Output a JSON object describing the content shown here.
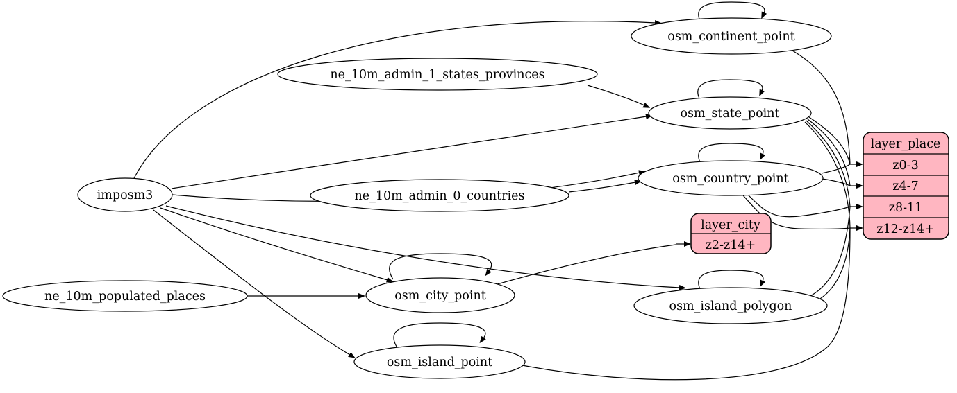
{
  "diagram": {
    "type": "graphviz-etl-flow",
    "colors": {
      "background": "#ffffff",
      "node_fill": "#ffffff",
      "record_fill": "#ffb6c1",
      "stroke": "#000000"
    },
    "nodes": {
      "imposm3": {
        "label": "imposm3",
        "shape": "ellipse"
      },
      "ne_10m_admin_1_states_provinces": {
        "label": "ne_10m_admin_1_states_provinces",
        "shape": "ellipse"
      },
      "ne_10m_admin_0_countries": {
        "label": "ne_10m_admin_0_countries",
        "shape": "ellipse"
      },
      "ne_10m_populated_places": {
        "label": "ne_10m_populated_places",
        "shape": "ellipse"
      },
      "osm_continent_point": {
        "label": "osm_continent_point",
        "shape": "ellipse"
      },
      "osm_state_point": {
        "label": "osm_state_point",
        "shape": "ellipse"
      },
      "osm_country_point": {
        "label": "osm_country_point",
        "shape": "ellipse"
      },
      "osm_city_point": {
        "label": "osm_city_point",
        "shape": "ellipse"
      },
      "osm_island_polygon": {
        "label": "osm_island_polygon",
        "shape": "ellipse"
      },
      "osm_island_point": {
        "label": "osm_island_point",
        "shape": "ellipse"
      }
    },
    "records": {
      "layer_city": {
        "title": "layer_city",
        "rows": [
          "z2-z14+"
        ]
      },
      "layer_place": {
        "title": "layer_place",
        "rows": [
          "z0-3",
          "z4-7",
          "z8-11",
          "z12-z14+"
        ]
      }
    },
    "edges": [
      {
        "from": "imposm3",
        "to": "osm_continent_point"
      },
      {
        "from": "imposm3",
        "to": "osm_state_point"
      },
      {
        "from": "imposm3",
        "to": "osm_country_point"
      },
      {
        "from": "imposm3",
        "to": "osm_city_point"
      },
      {
        "from": "imposm3",
        "to": "osm_island_polygon"
      },
      {
        "from": "imposm3",
        "to": "osm_island_point"
      },
      {
        "from": "ne_10m_admin_1_states_provinces",
        "to": "osm_state_point"
      },
      {
        "from": "ne_10m_admin_0_countries",
        "to": "osm_country_point"
      },
      {
        "from": "ne_10m_populated_places",
        "to": "osm_city_point"
      },
      {
        "from": "osm_continent_point",
        "to": "osm_continent_point"
      },
      {
        "from": "osm_state_point",
        "to": "osm_state_point"
      },
      {
        "from": "osm_country_point",
        "to": "osm_country_point"
      },
      {
        "from": "osm_city_point",
        "to": "osm_city_point"
      },
      {
        "from": "osm_island_polygon",
        "to": "osm_island_polygon"
      },
      {
        "from": "osm_island_point",
        "to": "osm_island_point"
      },
      {
        "from": "osm_continent_point",
        "to": "layer_place:z0-3"
      },
      {
        "from": "osm_state_point",
        "to": "layer_place:z0-3"
      },
      {
        "from": "osm_state_point",
        "to": "layer_place:z4-7"
      },
      {
        "from": "osm_state_point",
        "to": "layer_place:z8-11"
      },
      {
        "from": "osm_state_point",
        "to": "layer_place:z12-z14+"
      },
      {
        "from": "osm_country_point",
        "to": "layer_place:z0-3"
      },
      {
        "from": "osm_country_point",
        "to": "layer_place:z4-7"
      },
      {
        "from": "osm_country_point",
        "to": "layer_place:z8-11"
      },
      {
        "from": "osm_country_point",
        "to": "layer_place:z12-z14+"
      },
      {
        "from": "osm_island_polygon",
        "to": "layer_place:z8-11"
      },
      {
        "from": "osm_island_polygon",
        "to": "layer_place:z12-z14+"
      },
      {
        "from": "osm_island_point",
        "to": "layer_place:z12-z14+"
      },
      {
        "from": "osm_city_point",
        "to": "layer_city:z2-z14+"
      }
    ]
  }
}
